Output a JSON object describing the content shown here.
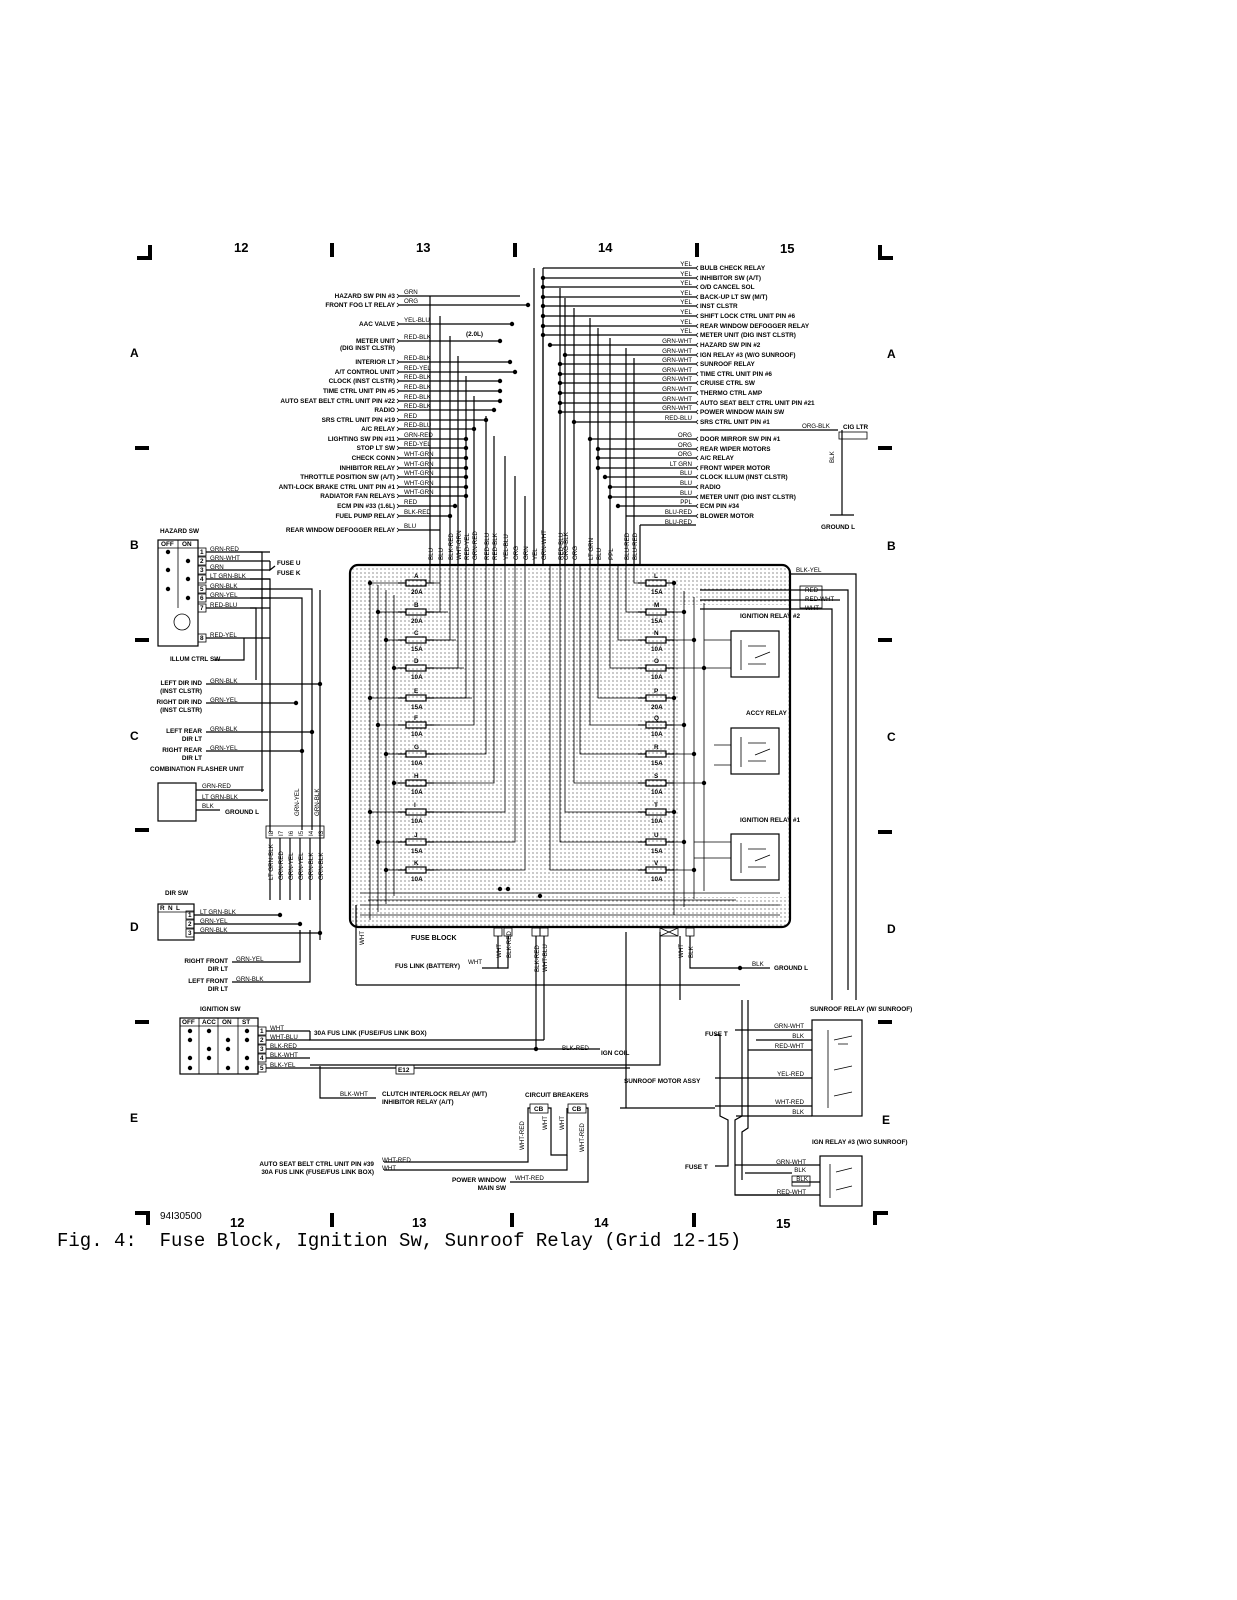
{
  "grid": {
    "columns": [
      "12",
      "13",
      "14",
      "15"
    ],
    "rows": [
      "A",
      "B",
      "C",
      "D",
      "E"
    ]
  },
  "figure_code": "94I30500",
  "caption": "Fig. 4:  Fuse Block, Ignition Sw, Sunroof Relay (Grid 12-15)",
  "left_top_labels": [
    {
      "label": "HAZARD SW PIN #3",
      "wire": "GRN"
    },
    {
      "label": "FRONT FOG LT RELAY",
      "wire": "ORG"
    },
    {
      "label": "AAC VALVE",
      "wire": "YEL-BLU"
    },
    {
      "label": "METER UNIT",
      "wire": "RED-BLK"
    },
    {
      "label": "(DIG INST CLSTR)",
      "wire": ""
    },
    {
      "label": "INTERIOR LT",
      "wire": "RED-BLK"
    },
    {
      "label": "A/T CONTROL UNIT",
      "wire": "RED-YEL"
    },
    {
      "label": "CLOCK (INST CLSTR)",
      "wire": "RED-BLK"
    },
    {
      "label": "TIME CTRL UNIT PIN #5",
      "wire": "RED-BLK"
    },
    {
      "label": "AUTO SEAT BELT CTRL UNIT PIN #22",
      "wire": "RED-BLK"
    },
    {
      "label": "RADIO",
      "wire": "RED-BLK"
    },
    {
      "label": "SRS CTRL UNIT PIN #19",
      "wire": "RED"
    },
    {
      "label": "A/C RELAY",
      "wire": "RED-BLU"
    },
    {
      "label": "LIGHTING SW PIN #11",
      "wire": "GRN-RED"
    },
    {
      "label": "STOP LT SW",
      "wire": "RED-YEL"
    },
    {
      "label": "CHECK CONN",
      "wire": "WHT-GRN"
    },
    {
      "label": "INHIBITOR RELAY",
      "wire": "WHT-GRN"
    },
    {
      "label": "THROTTLE POSITION SW (A/T)",
      "wire": "WHT-GRN"
    },
    {
      "label": "ANTI-LOCK BRAKE CTRL UNIT PIN #1",
      "wire": "WHT-GRN"
    },
    {
      "label": "RADIATOR FAN RELAYS",
      "wire": "WHT-GRN"
    },
    {
      "label": "ECM PIN #33 (1.6L)",
      "wire": "RED"
    },
    {
      "label": "FUEL PUMP RELAY",
      "wire": "BLK-RED"
    },
    {
      "label": "REAR WINDOW DEFOGGER RELAY",
      "wire": "BLU"
    }
  ],
  "aac_note": "(2.0L)",
  "right_top_labels": [
    {
      "label": "BULB CHECK RELAY",
      "wire": "YEL"
    },
    {
      "label": "INHIBITOR SW (A/T)",
      "wire": "YEL"
    },
    {
      "label": "O/D CANCEL SOL",
      "wire": "YEL"
    },
    {
      "label": "BACK-UP LT SW (M/T)",
      "wire": "YEL"
    },
    {
      "label": "INST CLSTR",
      "wire": "YEL"
    },
    {
      "label": "SHIFT LOCK CTRL UNIT PIN #6",
      "wire": "YEL"
    },
    {
      "label": "REAR WINDOW DEFOGGER RELAY",
      "wire": "YEL"
    },
    {
      "label": "METER UNIT (DIG INST CLSTR)",
      "wire": "YEL"
    },
    {
      "label": "HAZARD SW PIN #2",
      "wire": "GRN-WHT"
    },
    {
      "label": "IGN RELAY #3 (W/O SUNROOF)",
      "wire": "GRN-WHT"
    },
    {
      "label": "SUNROOF RELAY",
      "wire": "GRN-WHT"
    },
    {
      "label": "TIME CTRL UNIT PIN #6",
      "wire": "GRN-WHT"
    },
    {
      "label": "CRUISE CTRL SW",
      "wire": "GRN-WHT"
    },
    {
      "label": "THERMO CTRL AMP",
      "wire": "GRN-WHT"
    },
    {
      "label": "AUTO SEAT BELT CTRL UNIT PIN #21",
      "wire": "GRN-WHT"
    },
    {
      "label": "POWER WINDOW MAIN SW",
      "wire": "GRN-WHT"
    },
    {
      "label": "SRS CTRL UNIT PIN #1",
      "wire": "RED-BLU"
    },
    {
      "label": "DOOR MIRROR SW PIN #1",
      "wire": "ORG"
    },
    {
      "label": "REAR WIPER MOTORS",
      "wire": "ORG"
    },
    {
      "label": "A/C RELAY",
      "wire": "ORG"
    },
    {
      "label": "FRONT WIPER MOTOR",
      "wire": "LT GRN"
    },
    {
      "label": "CLOCK ILLUM (INST CLSTR)",
      "wire": "BLU"
    },
    {
      "label": "RADIO",
      "wire": "BLU"
    },
    {
      "label": "METER UNIT (DIG INST CLSTR)",
      "wire": "BLU"
    },
    {
      "label": "ECM PIN #34",
      "wire": "PPL"
    },
    {
      "label": "BLOWER MOTOR",
      "wire": "BLU-RED"
    }
  ],
  "blower_second_wire": "BLU-RED",
  "cig_ltr": {
    "label": "CIG LTR",
    "wire": "ORG-BLK",
    "ground_wire": "BLK",
    "ground": "GROUND L"
  },
  "vertical_wires_left": [
    "BLU",
    "BLU",
    "BLK-RED",
    "WHT-GRN",
    "RED-YEL",
    "GRN-RED",
    "RED-BLU",
    "RED-BLK",
    "YEL-BLU",
    "ORG",
    "GRN"
  ],
  "vertical_wires_right": [
    "YEL",
    "GRN-WHT",
    "RED-BLU",
    "ORG-BLK",
    "ORG",
    "LT GRN",
    "BLU",
    "PPL",
    "BLU-RED",
    "BLU-RED"
  ],
  "fuses_left": [
    {
      "id": "A",
      "amp": "20A"
    },
    {
      "id": "B",
      "amp": "20A"
    },
    {
      "id": "C",
      "amp": "15A"
    },
    {
      "id": "D",
      "amp": "10A"
    },
    {
      "id": "E",
      "amp": "15A"
    },
    {
      "id": "F",
      "amp": "10A"
    },
    {
      "id": "G",
      "amp": "10A"
    },
    {
      "id": "H",
      "amp": "10A"
    },
    {
      "id": "I",
      "amp": "10A"
    },
    {
      "id": "J",
      "amp": "15A"
    },
    {
      "id": "K",
      "amp": "10A"
    }
  ],
  "fuses_right": [
    {
      "id": "L",
      "amp": "15A"
    },
    {
      "id": "M",
      "amp": "15A"
    },
    {
      "id": "N",
      "amp": "10A"
    },
    {
      "id": "O",
      "amp": "10A"
    },
    {
      "id": "P",
      "amp": "20A"
    },
    {
      "id": "Q",
      "amp": "10A"
    },
    {
      "id": "R",
      "amp": "15A"
    },
    {
      "id": "S",
      "amp": "10A"
    },
    {
      "id": "T",
      "amp": "10A"
    },
    {
      "id": "U",
      "amp": "15A"
    },
    {
      "id": "V",
      "amp": "10A"
    }
  ],
  "fuse_block_label": "FUSE BLOCK",
  "relays_in_block": [
    "IGNITION RELAY #2",
    "ACCY RELAY",
    "IGNITION RELAY #1"
  ],
  "block_right_wires": [
    "BLK-YEL",
    "RED",
    "RED-WHT",
    "WHT"
  ],
  "hazard_sw": {
    "title": "HAZARD SW",
    "header": [
      "OFF",
      "ON"
    ],
    "pins": [
      "1",
      "2",
      "3",
      "4",
      "5",
      "6",
      "7",
      "8"
    ],
    "wires": [
      "GRN-RED",
      "GRN-WHT",
      "GRN",
      "LT GRN-BLK",
      "GRN-BLK",
      "GRN-YEL",
      "RED-BLU",
      "RED-YEL"
    ],
    "fuse_u": "FUSE U",
    "fuse_k": "FUSE K",
    "illum": "ILLUM CTRL SW"
  },
  "left_mid_labels": [
    {
      "label": "LEFT DIR IND (INST CLSTR)",
      "wire": "GRN-BLK"
    },
    {
      "label": "RIGHT DIR IND (INST CLSTR)",
      "wire": "GRN-YEL"
    },
    {
      "label": "LEFT REAR DIR LT",
      "wire": "GRN-BLK"
    },
    {
      "label": "RIGHT REAR DIR LT",
      "wire": "GRN-YEL"
    }
  ],
  "flasher": {
    "title": "COMBINATION FLASHER UNIT",
    "wires": [
      "GRN-RED",
      "LT GRN-BLK",
      "BLK"
    ],
    "ground": "GROUND L"
  },
  "connector_pins": [
    "I8",
    "I7",
    "I6",
    "I5",
    "I4",
    "I3"
  ],
  "connector_vwires_top": [
    "GRN-YEL",
    "GRN-BLK"
  ],
  "connector_vwires_bottom": [
    "LT GRN-BLK",
    "GRN-RED",
    "GRN-YEL",
    "GRN-YEL",
    "GRN-BLK",
    "GRN-BLK"
  ],
  "dir_sw": {
    "title": "DIR SW",
    "header": [
      "R",
      "N",
      "L"
    ],
    "pins": [
      "1",
      "2",
      "3"
    ],
    "wires": [
      "LT GRN-BLK",
      "GRN-YEL",
      "GRN-BLK"
    ]
  },
  "front_dir": [
    {
      "label": "RIGHT FRONT DIR LT",
      "wire": "GRN-YEL"
    },
    {
      "label": "LEFT FRONT DIR LT",
      "wire": "GRN-BLK"
    }
  ],
  "bottom_block_wires": [
    "WHT",
    "WHT",
    "BLK-RED",
    "WHT-BLU",
    "WHT",
    "BLK",
    "WHT"
  ],
  "fus_link": {
    "label": "FUS LINK (BATTERY)",
    "wire": "WHT"
  },
  "block_ground": {
    "wire": "BLK",
    "label": "GROUND L"
  },
  "ign_sw": {
    "title": "IGNITION SW",
    "header": [
      "OFF",
      "ACC",
      "ON",
      "ST"
    ],
    "pins": [
      "1",
      "2",
      "3",
      "4",
      "5"
    ],
    "wires": [
      "WHT",
      "WHT-BLU",
      "BLK-RED",
      "BLK-WHT",
      "BLK-YEL"
    ],
    "fus_link_box": "30A FUS LINK (FUSE/FUS LINK BOX)",
    "ign_coil": {
      "wire": "BLK-RED",
      "label": "IGN COIL"
    },
    "connector": "E12"
  },
  "clutch": {
    "wire": "BLK-WHT",
    "label1": "CLUTCH INTERLOCK RELAY (M/T)",
    "label2": "INHIBITOR RELAY (A/T)"
  },
  "circuit_breakers": {
    "title": "CIRCUIT BREAKERS",
    "cb": [
      "CB",
      "CB"
    ],
    "wires": [
      "WHT-RED",
      "WHT",
      "WHT",
      "WHT-RED"
    ]
  },
  "bottom_left_labels": [
    {
      "label": "AUTO SEAT BELT CTRL UNIT PIN #39",
      "wire": "WHT-RED"
    },
    {
      "label": "30A FUS LINK (FUSE/FUS LINK BOX)",
      "wire": "WHT"
    },
    {
      "label": "POWER WINDOW MAIN SW",
      "wire": "WHT-RED"
    }
  ],
  "sunroof_relay": {
    "title": "SUNROOF RELAY (W/ SUNROOF)",
    "fuse": "FUSE T",
    "motor": "SUNROOF MOTOR ASSY",
    "wires": [
      "GRN-WHT",
      "BLK",
      "RED-WHT",
      "YEL-RED",
      "WHT-RED",
      "BLK"
    ]
  },
  "ign_relay3": {
    "title": "IGN RELAY #3 (W/O SUNROOF)",
    "fuse": "FUSE T",
    "wires": [
      "GRN-WHT",
      "BLK",
      "BLK",
      "RED-WHT"
    ]
  }
}
